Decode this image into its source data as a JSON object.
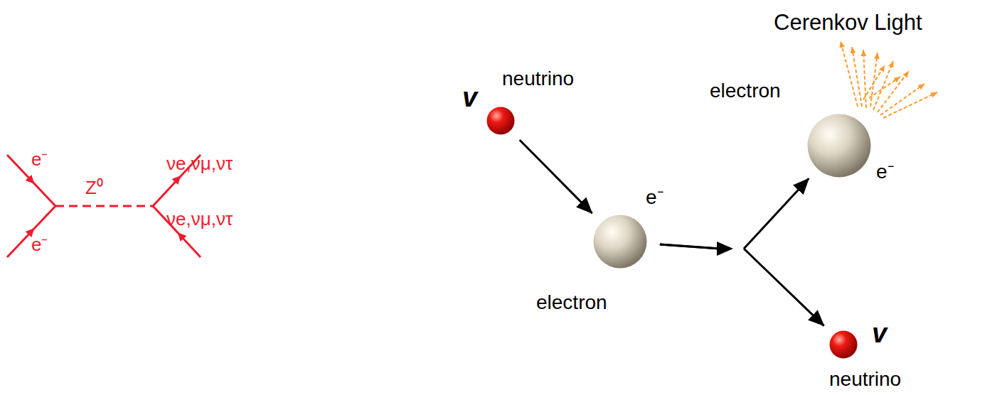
{
  "diagram": {
    "nodes": [
      {
        "text": [
          "v",
          "neutrino"
        ]
      },
      {
        "text": [
          "e⁻",
          "electron"
        ]
      },
      {
        "text": [
          "electron",
          "e⁻"
        ]
      },
      {
        "text": [
          "v",
          "neutrino"
        ]
      }
    ],
    "edges": [
      {
        "from": 0,
        "to": 1,
        "arrow": "to"
      },
      {
        "from": 1,
        "to": 2,
        "arrow": "to"
      },
      {
        "from": 1,
        "to": 3,
        "arrow": "to"
      }
    ],
    "labels": [
      "e⁻",
      "e⁻",
      "Z⁰",
      "νe,νμ,ντ",
      "νe,νμ,ντ",
      "Cerenkov Light"
    ]
  }
}
